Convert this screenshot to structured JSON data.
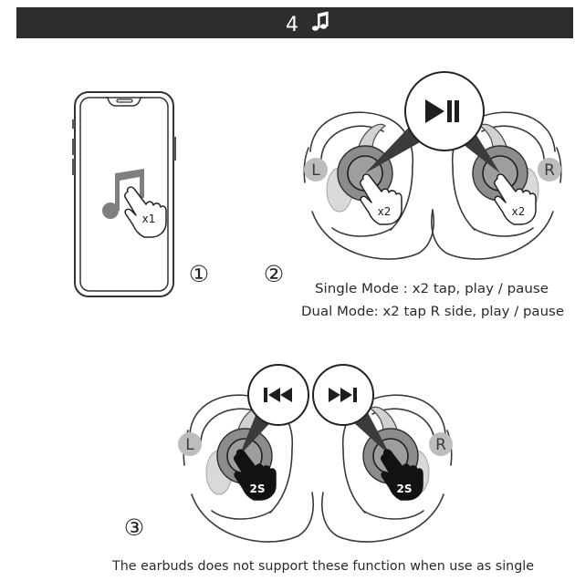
{
  "header": {
    "number": "4",
    "icon": "music-note-icon",
    "background": "#2d2d2d"
  },
  "step1": {
    "marker": "①",
    "device_icon": "smartphone-icon",
    "screen_icon": "music-note-icon",
    "tap_count": "x1"
  },
  "step2": {
    "marker": "②",
    "left_label": "L",
    "right_label": "R",
    "left_tap": "x2",
    "right_tap": "x2",
    "callout_icon": "play-pause-icon",
    "lines": [
      "Single Mode : x2 tap, play / pause",
      "Dual Mode: x2 tap R side, play / pause"
    ]
  },
  "step3": {
    "marker": "③",
    "left_label": "L",
    "right_label": "R",
    "left_hold": "2S",
    "right_hold": "2S",
    "left_callout_icon": "previous-track-icon",
    "right_callout_icon": "next-track-icon"
  },
  "note": "The earbuds does not support these function when use as single",
  "colors": {
    "header_bar": "#2d2d2d",
    "earbud": "#8c8c8c",
    "side_badge": "#bdbdbd",
    "ink": "#222222"
  }
}
